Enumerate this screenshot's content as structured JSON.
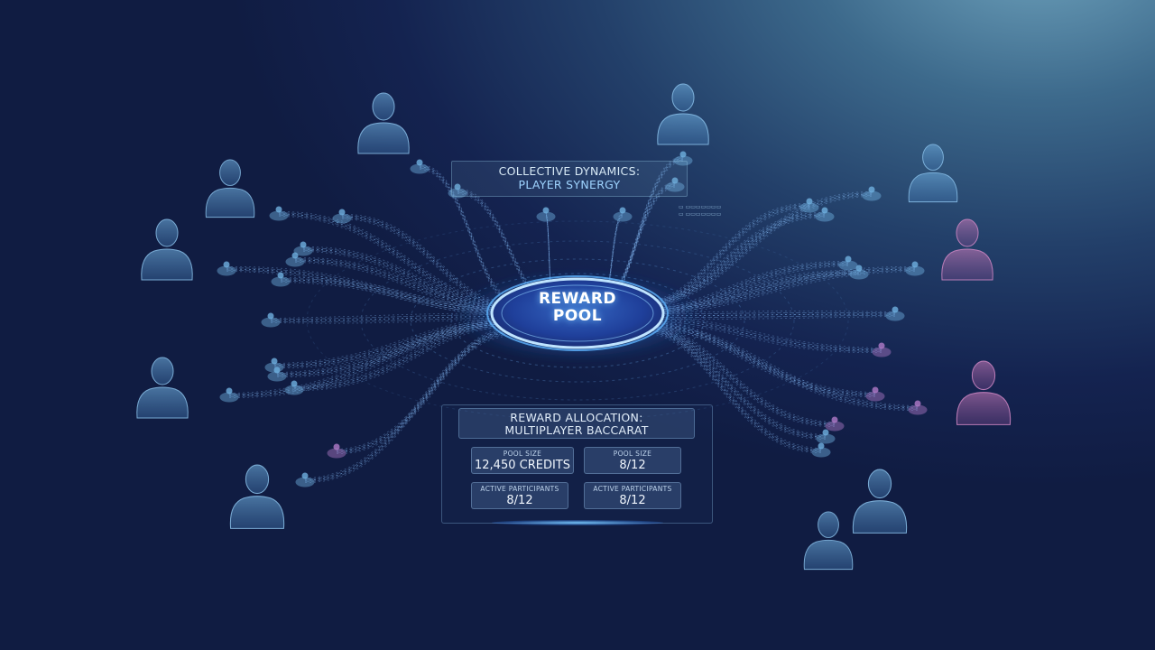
{
  "header": {
    "line1": "COLLECTIVE DYNAMICS:",
    "line2": "PLAYER SYNERGY"
  },
  "hub": {
    "line1": "REWARD",
    "line2": "POOL"
  },
  "allocation": {
    "title_line1": "REWARD ALLOCATION:",
    "title_line2": "MULTIPLAYER BACCARAT",
    "stats": [
      {
        "label": "POOL SIZE",
        "value": "12,450 CREDITS"
      },
      {
        "label": "POOL SIZE",
        "value": "8/12"
      },
      {
        "label": "ACTIVE PARTICIPANTS",
        "value": "8/12"
      },
      {
        "label": "ACTIVE PARTICIPANTS",
        "value": "8/12"
      }
    ]
  },
  "colors": {
    "background_dark": "#101c42",
    "background_light": "#6fa3bd",
    "silhouette_blue": "#4b86b8",
    "silhouette_pink": "#c06aa8",
    "hub_glow": "#4aa8ff",
    "stream_color": "#8cc4ff"
  },
  "icons": [
    "player-silhouette-icon",
    "player-node-icon",
    "reward-pool-hub-icon"
  ]
}
